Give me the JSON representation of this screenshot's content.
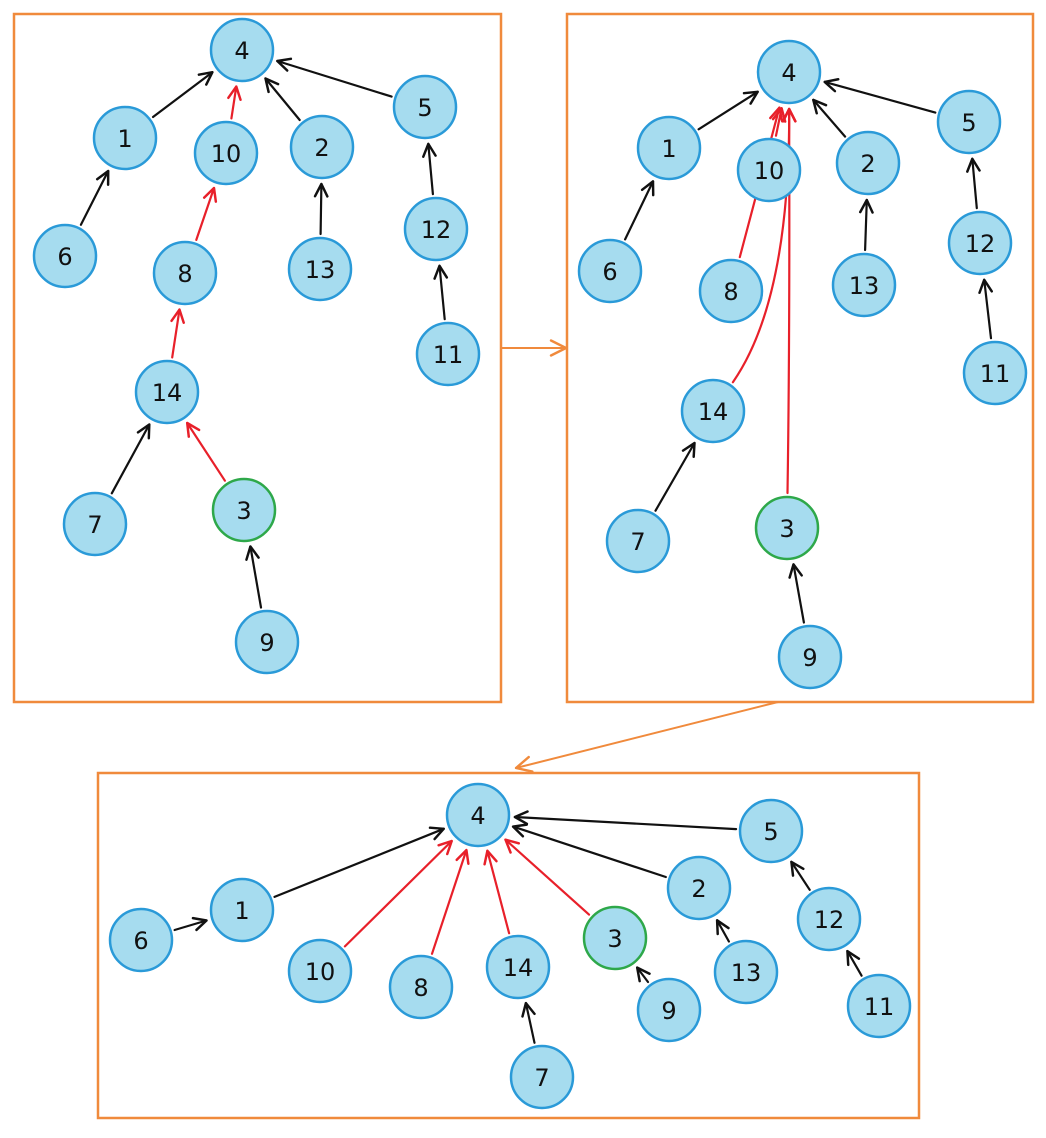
{
  "colors": {
    "node_fill": "#a6dcef",
    "node_stroke": "#2a9ad8",
    "highlight_stroke": "#2ea84a",
    "edge_normal": "#111111",
    "edge_compressed": "#e8202a",
    "frame": "#f08a3c"
  },
  "panels": [
    {
      "id": "before",
      "nodes": [
        {
          "label": "4"
        },
        {
          "label": "1"
        },
        {
          "label": "10"
        },
        {
          "label": "2"
        },
        {
          "label": "5"
        },
        {
          "label": "6"
        },
        {
          "label": "8"
        },
        {
          "label": "13"
        },
        {
          "label": "12"
        },
        {
          "label": "11"
        },
        {
          "label": "14"
        },
        {
          "label": "7"
        },
        {
          "label": "3",
          "highlight": true
        },
        {
          "label": "9"
        }
      ],
      "edges": [
        {
          "from": "1",
          "to": "4",
          "kind": "normal"
        },
        {
          "from": "10",
          "to": "4",
          "kind": "compressed"
        },
        {
          "from": "2",
          "to": "4",
          "kind": "normal"
        },
        {
          "from": "5",
          "to": "4",
          "kind": "normal"
        },
        {
          "from": "6",
          "to": "1",
          "kind": "normal"
        },
        {
          "from": "8",
          "to": "10",
          "kind": "compressed"
        },
        {
          "from": "13",
          "to": "2",
          "kind": "normal"
        },
        {
          "from": "12",
          "to": "5",
          "kind": "normal"
        },
        {
          "from": "11",
          "to": "12",
          "kind": "normal"
        },
        {
          "from": "14",
          "to": "8",
          "kind": "compressed"
        },
        {
          "from": "7",
          "to": "14",
          "kind": "normal"
        },
        {
          "from": "3",
          "to": "14",
          "kind": "compressed"
        },
        {
          "from": "9",
          "to": "3",
          "kind": "normal"
        }
      ]
    },
    {
      "id": "during",
      "nodes": [
        {
          "label": "4"
        },
        {
          "label": "1"
        },
        {
          "label": "10"
        },
        {
          "label": "2"
        },
        {
          "label": "5"
        },
        {
          "label": "6"
        },
        {
          "label": "8"
        },
        {
          "label": "13"
        },
        {
          "label": "12"
        },
        {
          "label": "11"
        },
        {
          "label": "14"
        },
        {
          "label": "7"
        },
        {
          "label": "3",
          "highlight": true
        },
        {
          "label": "9"
        }
      ],
      "edges": [
        {
          "from": "1",
          "to": "4",
          "kind": "normal"
        },
        {
          "from": "10",
          "to": "4",
          "kind": "compressed"
        },
        {
          "from": "2",
          "to": "4",
          "kind": "normal"
        },
        {
          "from": "5",
          "to": "4",
          "kind": "normal"
        },
        {
          "from": "6",
          "to": "1",
          "kind": "normal"
        },
        {
          "from": "8",
          "to": "4",
          "kind": "compressed"
        },
        {
          "from": "13",
          "to": "2",
          "kind": "normal"
        },
        {
          "from": "12",
          "to": "5",
          "kind": "normal"
        },
        {
          "from": "11",
          "to": "12",
          "kind": "normal"
        },
        {
          "from": "14",
          "to": "4",
          "kind": "compressed"
        },
        {
          "from": "7",
          "to": "14",
          "kind": "normal"
        },
        {
          "from": "3",
          "to": "4",
          "kind": "compressed"
        },
        {
          "from": "9",
          "to": "3",
          "kind": "normal"
        }
      ]
    },
    {
      "id": "after",
      "nodes": [
        {
          "label": "4"
        },
        {
          "label": "1"
        },
        {
          "label": "6"
        },
        {
          "label": "10"
        },
        {
          "label": "8"
        },
        {
          "label": "14"
        },
        {
          "label": "7"
        },
        {
          "label": "3",
          "highlight": true
        },
        {
          "label": "9"
        },
        {
          "label": "2"
        },
        {
          "label": "13"
        },
        {
          "label": "5"
        },
        {
          "label": "12"
        },
        {
          "label": "11"
        }
      ],
      "edges": [
        {
          "from": "1",
          "to": "4",
          "kind": "normal"
        },
        {
          "from": "6",
          "to": "1",
          "kind": "normal"
        },
        {
          "from": "10",
          "to": "4",
          "kind": "compressed"
        },
        {
          "from": "8",
          "to": "4",
          "kind": "compressed"
        },
        {
          "from": "14",
          "to": "4",
          "kind": "compressed"
        },
        {
          "from": "7",
          "to": "14",
          "kind": "normal"
        },
        {
          "from": "3",
          "to": "4",
          "kind": "compressed"
        },
        {
          "from": "9",
          "to": "3",
          "kind": "normal"
        },
        {
          "from": "2",
          "to": "4",
          "kind": "normal"
        },
        {
          "from": "13",
          "to": "2",
          "kind": "normal"
        },
        {
          "from": "5",
          "to": "4",
          "kind": "normal"
        },
        {
          "from": "12",
          "to": "5",
          "kind": "normal"
        },
        {
          "from": "11",
          "to": "12",
          "kind": "normal"
        }
      ]
    }
  ],
  "flow": [
    {
      "from": "before",
      "to": "during"
    },
    {
      "from": "during",
      "to": "after"
    }
  ]
}
